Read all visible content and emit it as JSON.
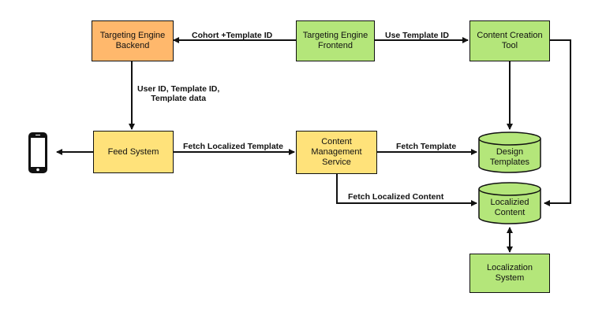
{
  "nodes": {
    "targeting_backend": "Targeting Engine\nBackend",
    "targeting_frontend": "Targeting Engine\nFrontend",
    "content_creation_tool": "Content Creation\nTool",
    "feed_system": "Feed System",
    "content_management_service": "Content\nManagement\nService",
    "design_templates": "Design\nTemplates",
    "localized_content": "Localizied\nContent",
    "localization_system": "Localization\nSystem"
  },
  "edges": {
    "cohort_template_id": "Cohort +Template ID",
    "use_template_id": "Use Template ID",
    "user_template_data": "User ID, Template ID,\nTemplate data",
    "fetch_localized_template": "Fetch Localized Template",
    "fetch_template": "Fetch Template",
    "fetch_localized_content": "Fetch Localized Content"
  },
  "colors": {
    "orange": "#ffb86c",
    "yellow": "#ffe27a",
    "green": "#b4e67a",
    "line": "#111111"
  },
  "icons": {
    "device": "smartphone-icon"
  }
}
